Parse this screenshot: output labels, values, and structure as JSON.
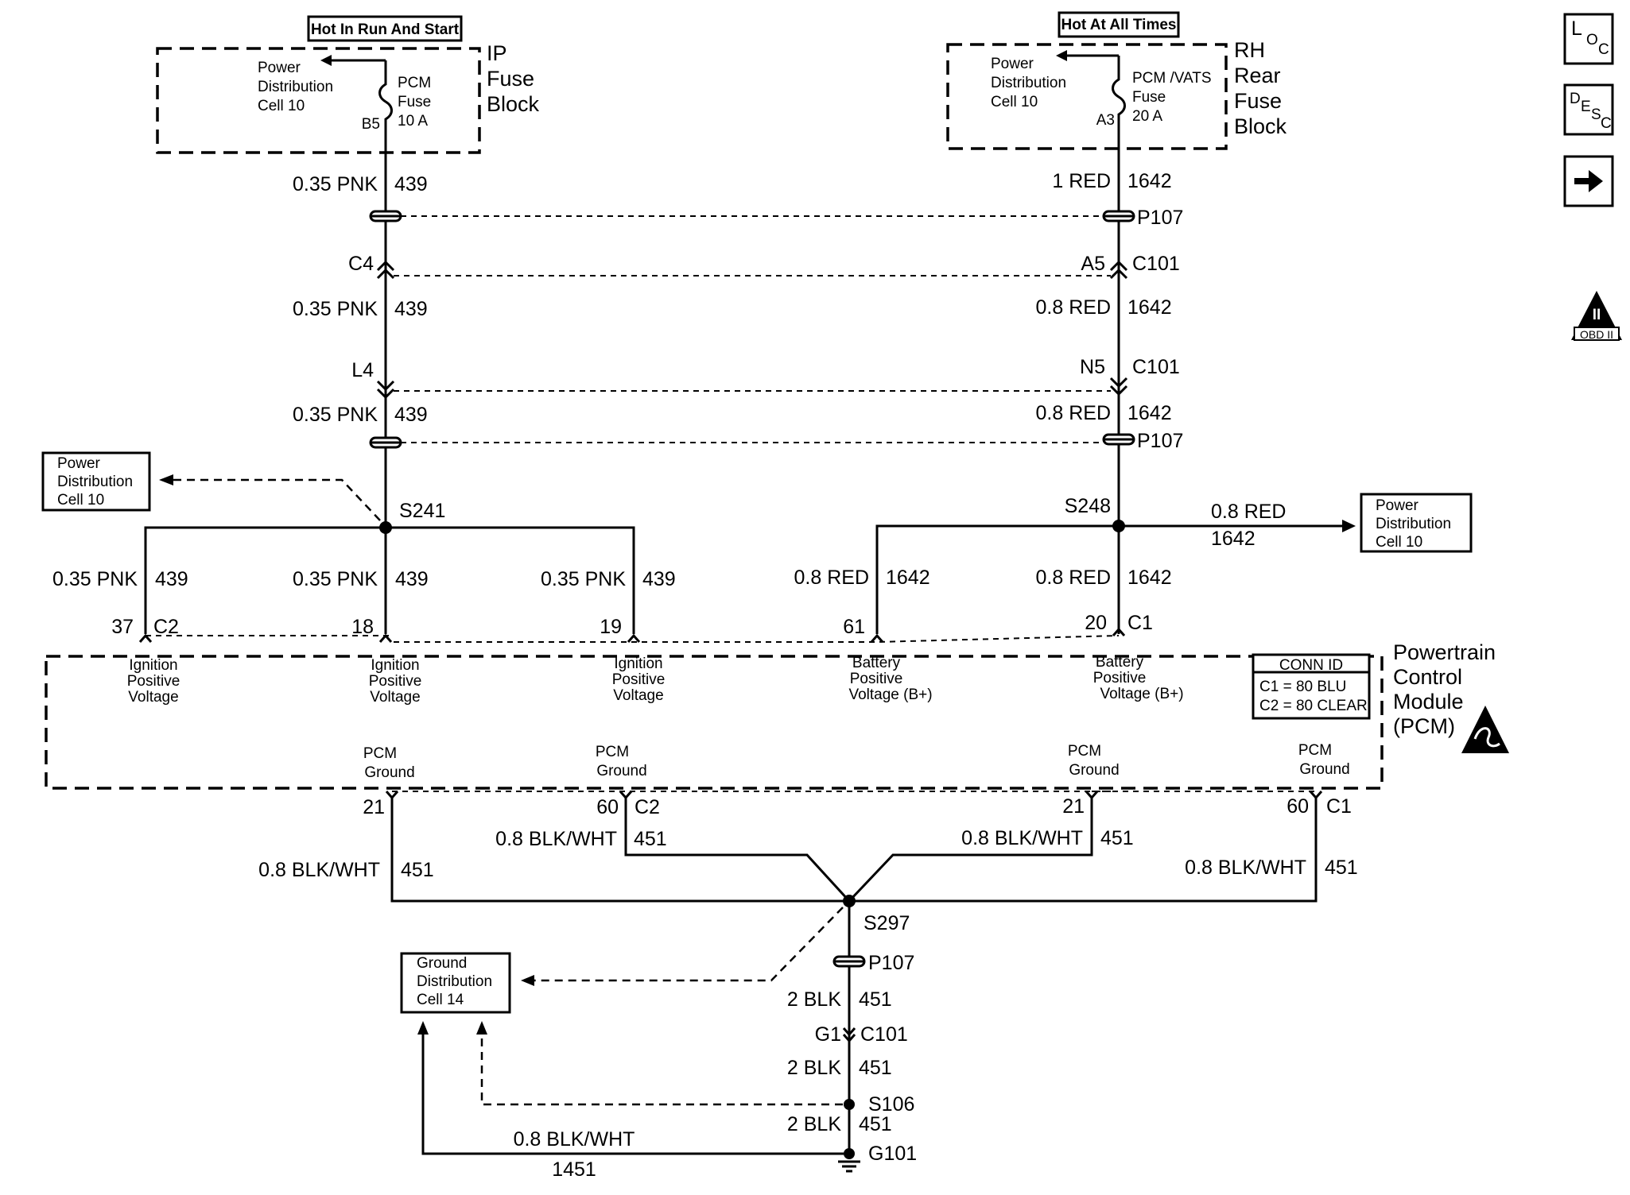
{
  "ip_fuse": {
    "hot_label": "Hot In Run And Start",
    "block_name": [
      "IP",
      "Fuse",
      "Block"
    ],
    "power_dist": [
      "Power",
      "Distribution",
      "Cell 10"
    ],
    "fuse_name": [
      "PCM",
      "Fuse",
      "10 A"
    ],
    "terminal": "B5"
  },
  "rh_fuse": {
    "hot_label": "Hot At All Times",
    "block_name": [
      "RH",
      "Rear",
      "Fuse",
      "Block"
    ],
    "power_dist": [
      "Power",
      "Distribution",
      "Cell 10"
    ],
    "fuse_name": [
      "PCM /VATS",
      "Fuse",
      "20 A"
    ],
    "terminal": "A3"
  },
  "left_circuit": {
    "wire1": "0.35 PNK",
    "circuit": "439",
    "conn_c4": "C4",
    "conn_l4": "L4",
    "splice": "S241"
  },
  "right_circuit": {
    "wire1": "1 RED",
    "wire2": "0.8 RED",
    "circuit": "1642",
    "p107": "P107",
    "c101": "C101",
    "a5": "A5",
    "n5": "N5",
    "splice": "S248"
  },
  "pd_left": [
    "Power",
    "Distribution",
    "Cell 10"
  ],
  "pd_right": [
    "Power",
    "Distribution",
    "Cell 10"
  ],
  "right_branch": {
    "wire": "0.8 RED",
    "circuit": "1642"
  },
  "pcm_pins_top": [
    {
      "wire": "0.35 PNK",
      "circuit": "439",
      "pin": "37",
      "conn": "C2",
      "label": [
        "Ignition",
        "Positive",
        "Voltage"
      ]
    },
    {
      "wire": "0.35 PNK",
      "circuit": "439",
      "pin": "18",
      "conn": "",
      "label": [
        "Ignition",
        "Positive",
        "Voltage"
      ]
    },
    {
      "wire": "0.35 PNK",
      "circuit": "439",
      "pin": "19",
      "conn": "",
      "label": [
        "Ignition",
        "Positive",
        "Voltage"
      ]
    },
    {
      "wire": "0.8 RED",
      "circuit": "1642",
      "pin": "61",
      "conn": "",
      "label": [
        "Battery",
        "Positive",
        "Voltage (B+)"
      ]
    },
    {
      "wire": "0.8 RED",
      "circuit": "1642",
      "pin": "20",
      "conn": "C1",
      "label": [
        "Battery",
        "Positive",
        "Voltage (B+)"
      ]
    }
  ],
  "pcm": {
    "name": [
      "Powertrain",
      "Control",
      "Module",
      "(PCM)"
    ],
    "conn_id_title": "CONN ID",
    "conn_id_rows": [
      "C1 = 80 BLU",
      "C2 = 80 CLEAR"
    ]
  },
  "pcm_pins_bottom": [
    {
      "label": [
        "PCM",
        "Ground"
      ],
      "pin": "21",
      "conn": "",
      "wire": "0.8 BLK/WHT",
      "circuit": "451"
    },
    {
      "label": [
        "PCM",
        "Ground"
      ],
      "pin": "60",
      "conn": "C2",
      "wire": "0.8 BLK/WHT",
      "circuit": "451"
    },
    {
      "label": [
        "PCM",
        "Ground"
      ],
      "pin": "21",
      "conn": "",
      "wire": "0.8 BLK/WHT",
      "circuit": "451"
    },
    {
      "label": [
        "PCM",
        "Ground"
      ],
      "pin": "60",
      "conn": "C1",
      "wire": "0.8 BLK/WHT",
      "circuit": "451"
    }
  ],
  "ground": {
    "s297": "S297",
    "p107": "P107",
    "wire": "2 BLK",
    "circuit": "451",
    "g1": "G1",
    "c101": "C101",
    "s106": "S106",
    "g101": "G101",
    "wire_1451": "0.8 BLK/WHT",
    "circuit_1451": "1451",
    "gd_box": [
      "Ground",
      "Distribution",
      "Cell 14"
    ]
  },
  "side_icons": {
    "loc": {
      "main": "L",
      "sub1": "O",
      "sub2": "C"
    },
    "desc": {
      "main": "D",
      "sub1": "E",
      "sub2": "S",
      "sub3": "C"
    },
    "obd": {
      "top": "II",
      "bottom": "OBD II"
    }
  }
}
